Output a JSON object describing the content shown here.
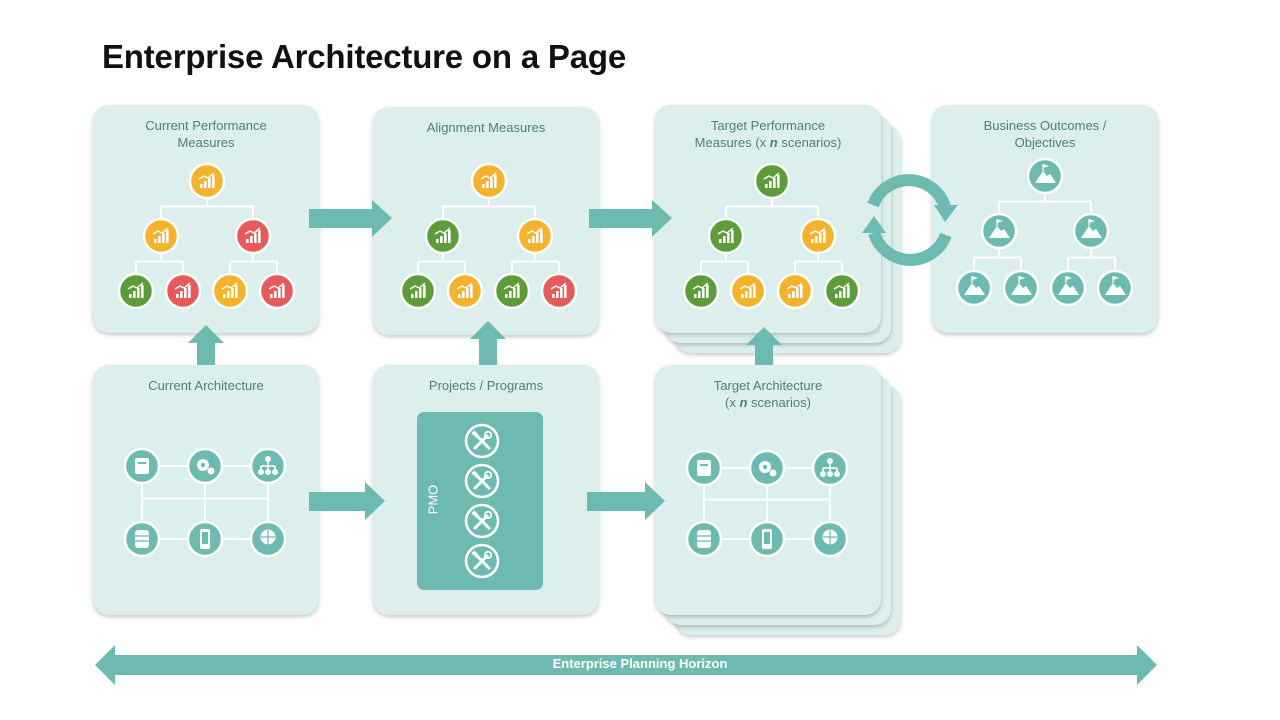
{
  "page_title": "Enterprise Architecture on a Page",
  "panels": {
    "current_performance": {
      "title_line1": "Current Performance",
      "title_line2": "Measures",
      "statuses": [
        "amber",
        "amber",
        "red",
        "green",
        "red",
        "amber",
        "red"
      ]
    },
    "alignment": {
      "title_line1": "Alignment Measures",
      "statuses": [
        "amber",
        "green",
        "amber",
        "green",
        "amber",
        "green",
        "red"
      ]
    },
    "target_performance": {
      "title_line1": "Target Performance",
      "title_line2_prefix": "Measures (x ",
      "title_line2_n": "n",
      "title_line2_suffix": " scenarios)",
      "statuses": [
        "green",
        "green",
        "amber",
        "green",
        "amber",
        "amber",
        "green"
      ]
    },
    "business_outcomes": {
      "title_line1": "Business Outcomes /",
      "title_line2": "Objectives",
      "node_icon": "mountain-flag-icon"
    },
    "current_architecture": {
      "title_line1": "Current Architecture",
      "node_icons": [
        "server-box-icon",
        "gears-icon",
        "org-chart-icon",
        "database-icon",
        "mobile-device-icon",
        "network-globe-icon"
      ]
    },
    "projects": {
      "title_line1": "Projects / Programs",
      "pmo_label": "PMO",
      "tool_icon": "tools-icon",
      "tool_count": 4
    },
    "target_architecture": {
      "title_line1": "Target Architecture",
      "title_line2_prefix": "(x ",
      "title_line2_n": "n",
      "title_line2_suffix": " scenarios)",
      "node_icons": [
        "server-box-icon",
        "gears-icon",
        "org-chart-icon",
        "database-icon",
        "mobile-device-icon",
        "network-globe-icon"
      ]
    }
  },
  "horizon_label": "Enterprise Planning Horizon",
  "colors": {
    "panel": "#dcefec",
    "teal": "#6dbbb0",
    "green": "#5c9d3a",
    "amber": "#f3b32c",
    "red": "#e65a5a",
    "ink": "#4f7f7a"
  }
}
